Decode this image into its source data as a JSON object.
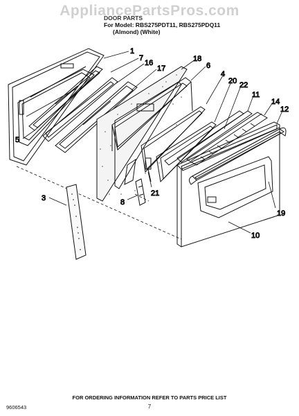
{
  "watermark": "AppliancePartsPros.com",
  "header": {
    "line1": "DOOR PARTS",
    "line2": "For Model: RBS275PDT11, RBS275PDQ11",
    "line3": "(Almond)   (White)"
  },
  "callouts": [
    "1",
    "7",
    "16",
    "17",
    "18",
    "6",
    "4",
    "20",
    "22",
    "11",
    "14",
    "12",
    "5",
    "3",
    "8",
    "21",
    "19",
    "10"
  ],
  "footer": {
    "ordering_note": "FOR ORDERING INFORMATION REFER TO PARTS PRICE LIST",
    "page_number": "7",
    "diagram_code": "9606543"
  }
}
